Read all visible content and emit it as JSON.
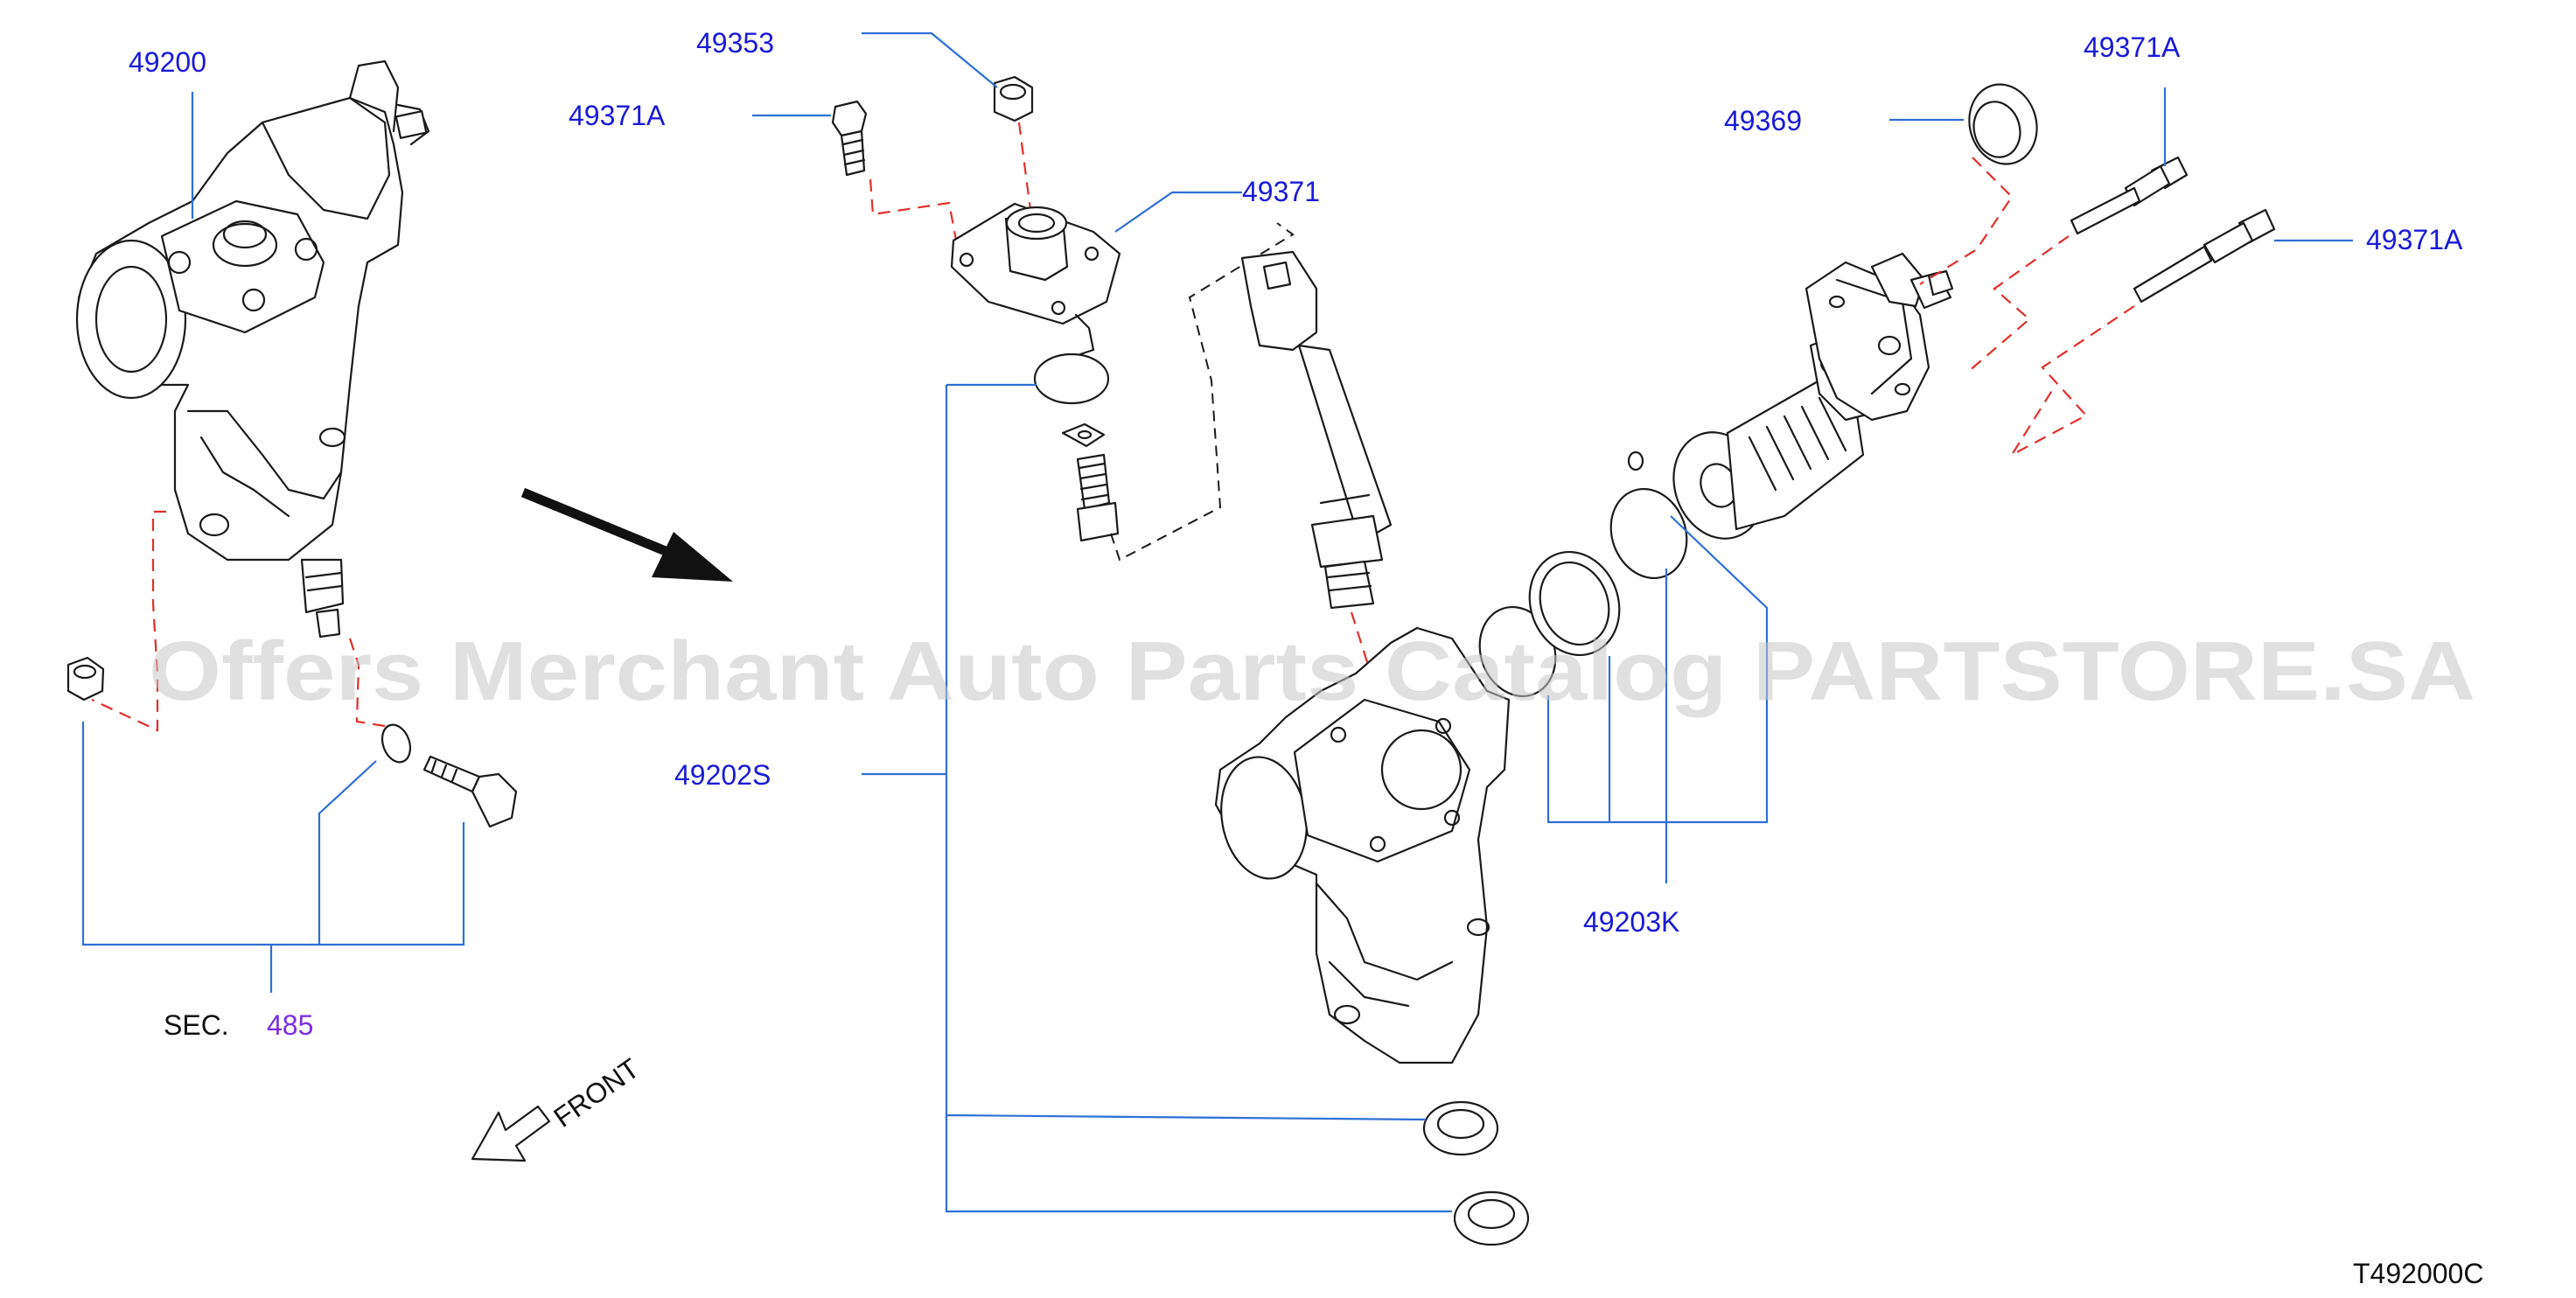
{
  "labels": {
    "p49200": "49200",
    "p49353": "49353",
    "p49371A_top": "49371A",
    "p49371": "49371",
    "p49369": "49369",
    "p49371A_right1": "49371A",
    "p49371A_right2": "49371A",
    "p49202S": "49202S",
    "p49203K": "49203K",
    "sec_prefix": "SEC.",
    "sec_number": "485",
    "front": "FRONT",
    "diagram_code": "T492000C"
  },
  "watermark": "Offers Merchant Auto Parts Catalog PARTSTORE.SA",
  "colors": {
    "part_number": "#1a1ad8",
    "section_ref": "#7a2fe0",
    "leader_line": "#2f6fd6",
    "assembly_dash": "#e0302a"
  }
}
